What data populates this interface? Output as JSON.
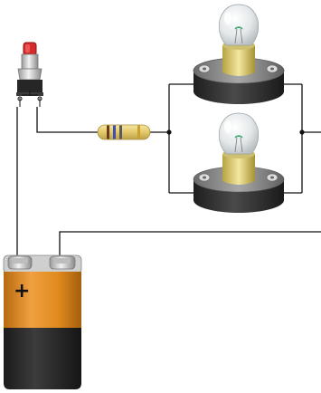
{
  "diagram": {
    "components": {
      "battery": {
        "terminal_label": "+"
      },
      "switch": {
        "type": "push-button"
      },
      "resistor": {
        "type": "resistor"
      },
      "bulbs": [
        {
          "type": "light-bulb"
        },
        {
          "type": "light-bulb"
        }
      ]
    },
    "colors": {
      "wire": "#111111",
      "battery_top": "#e08a1e",
      "battery_bottom": "#2b2b2b",
      "button_red": "#d72a2a",
      "bulb_base": "#e3d27a",
      "socket": "#3a3a3a",
      "resistor_body": "#e8d27a"
    }
  }
}
